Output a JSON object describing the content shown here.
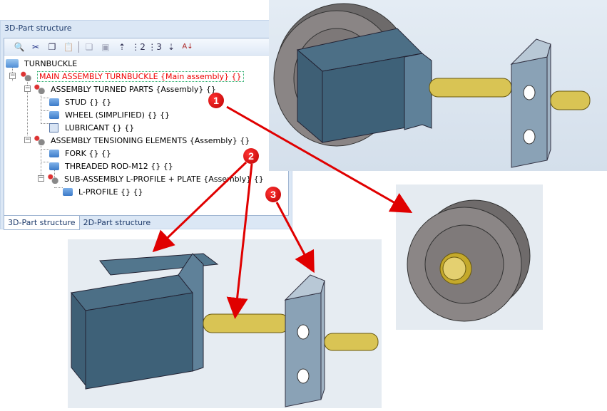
{
  "panel": {
    "title": "3D-Part structure",
    "toolbar": [
      {
        "name": "preview-icon",
        "glyph": "🔍"
      },
      {
        "name": "cut-icon",
        "glyph": "✂"
      },
      {
        "name": "copy-icon",
        "glyph": "❐"
      },
      {
        "name": "paste-icon",
        "glyph": "📋",
        "disabled": true
      },
      {
        "name": "copy-special-icon",
        "glyph": "❏",
        "disabled": true
      },
      {
        "name": "paste-special-icon",
        "glyph": "▣",
        "disabled": true
      },
      {
        "name": "level-up-icon",
        "glyph": "⇡"
      },
      {
        "name": "level-2-icon",
        "glyph": "⋮2"
      },
      {
        "name": "level-3-icon",
        "glyph": "⋮3"
      },
      {
        "name": "level-down-icon",
        "glyph": "⇣"
      },
      {
        "name": "sort-az-icon",
        "glyph": "A↓"
      }
    ],
    "tree": {
      "root": "TURNBUCKLE",
      "main": "MAIN ASSEMBLY TURNBUCKLE {Main assembly} {}",
      "turned": "ASSEMBLY TURNED PARTS {Assembly} {}",
      "stud": "STUD {} {}",
      "wheel": "WHEEL (SIMPLIFIED) {} {}",
      "lubricant": "LUBRICANT {} {}",
      "tensioning": "ASSEMBLY TENSIONING ELEMENTS {Assembly} {}",
      "fork": "FORK {} {}",
      "rod": "THREADED ROD-M12 {} {}",
      "sub": "SUB-ASSEMBLY L-PROFILE + PLATE {Assembly} {}",
      "lprofile": "L-PROFILE {} {}"
    },
    "tabs": [
      "3D-Part structure",
      "2D-Part structure"
    ]
  },
  "callouts": [
    "1",
    "2",
    "3"
  ],
  "colors": {
    "arrow": "#e00000",
    "selected_text": "#e00000"
  }
}
